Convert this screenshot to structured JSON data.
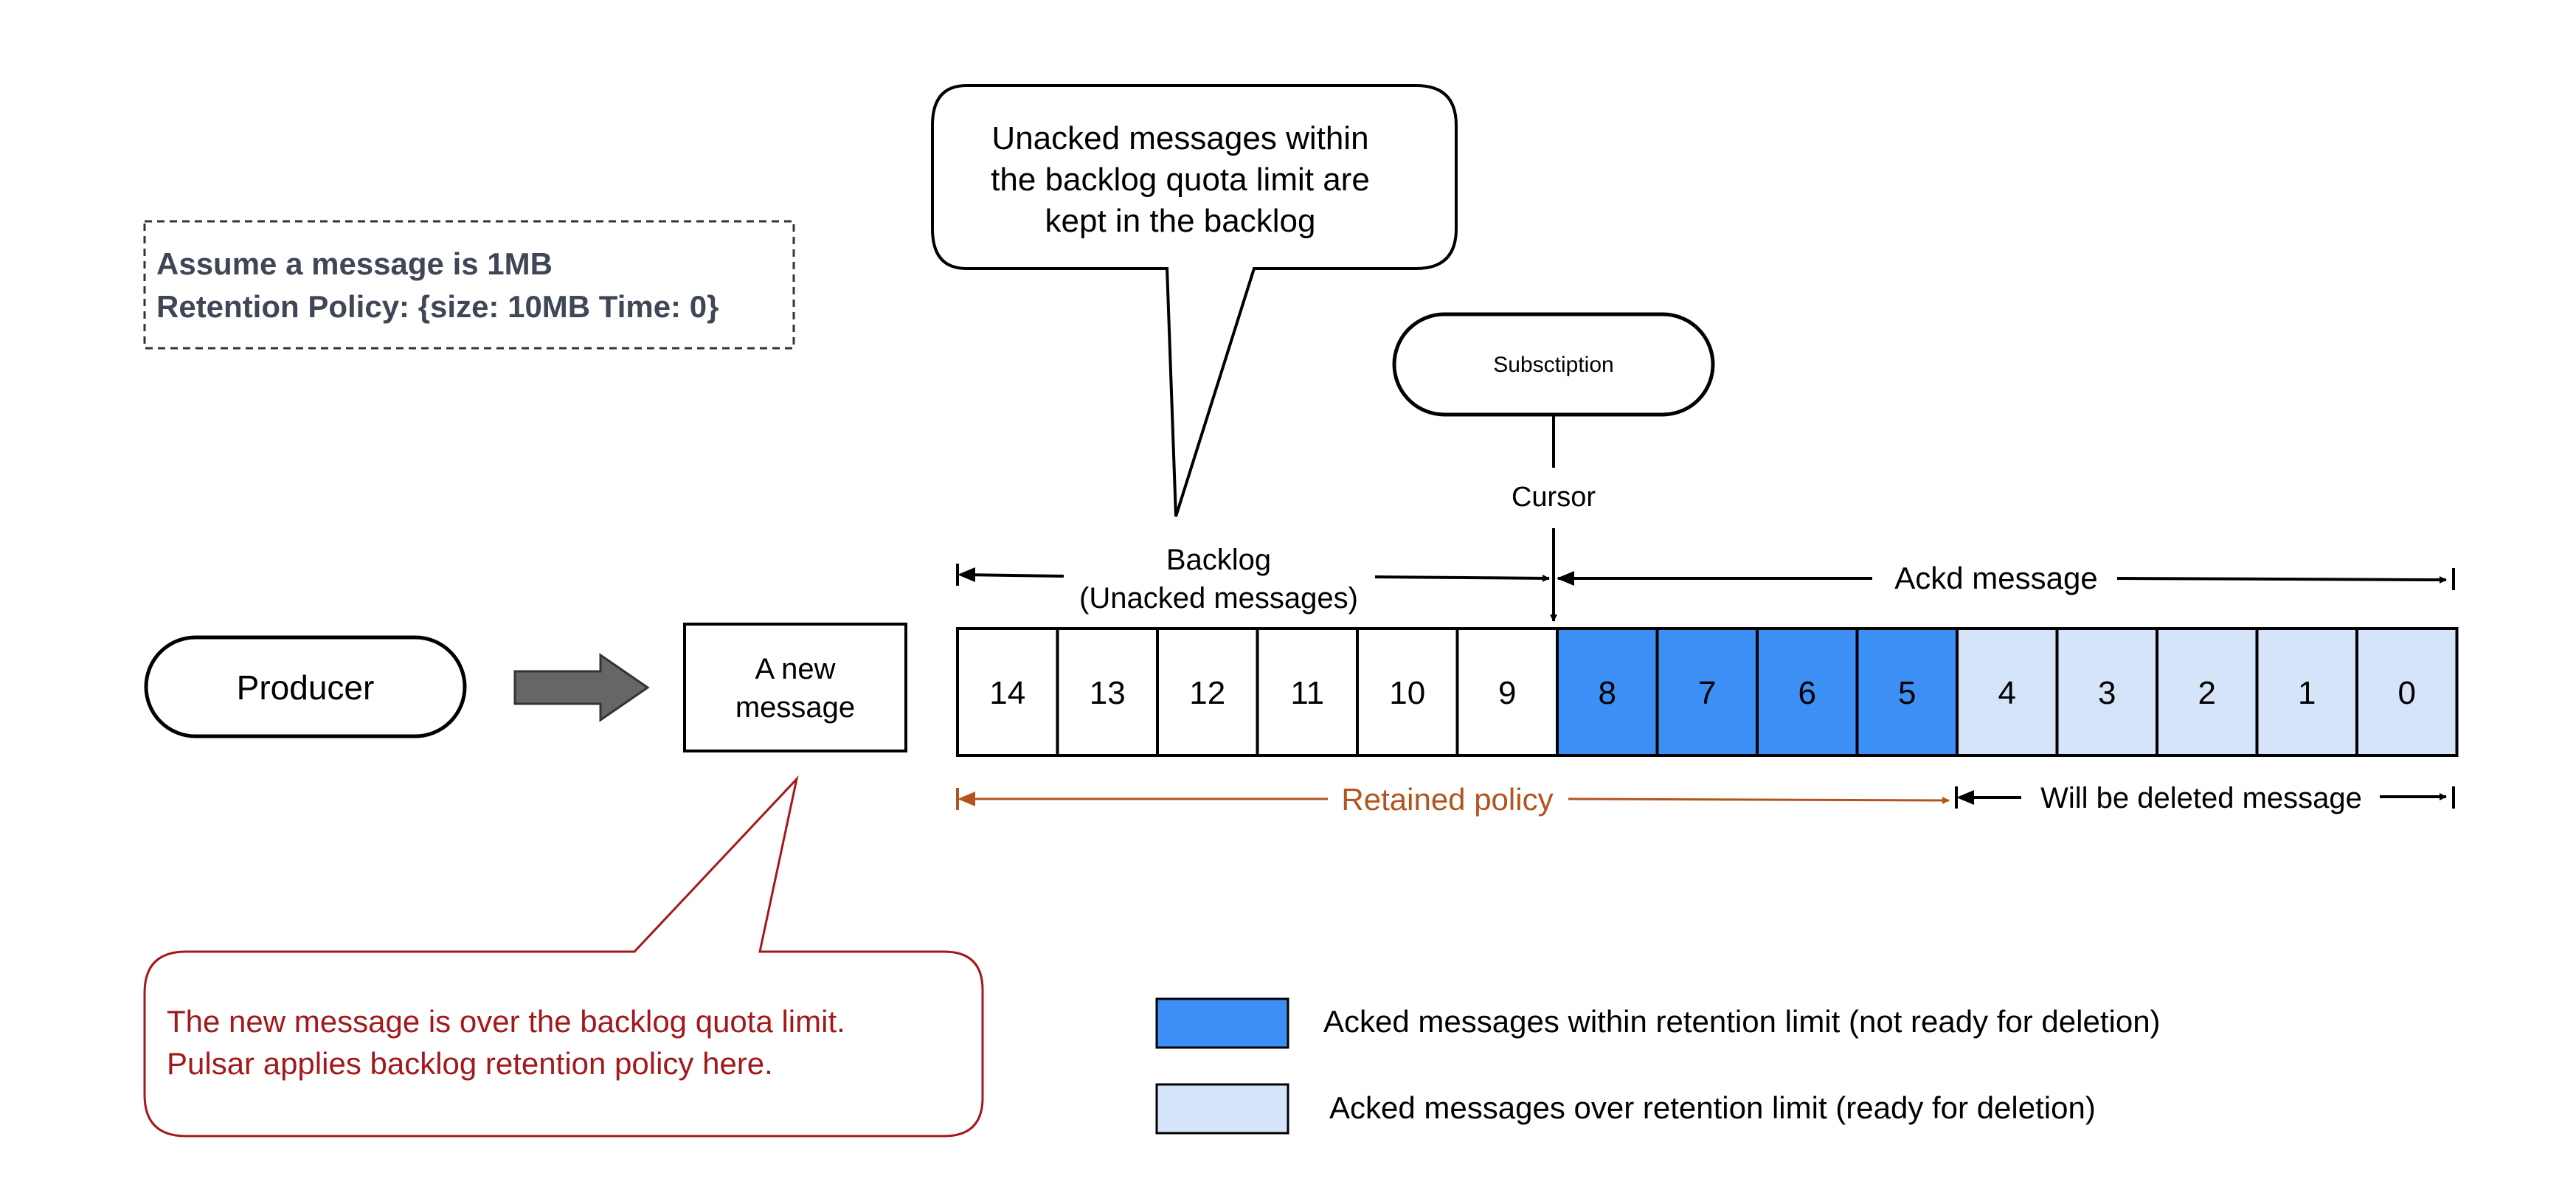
{
  "note": {
    "line1": "Assume a message is 1MB",
    "line2": "Retention Policy: {size: 10MB Time: 0}"
  },
  "producer": {
    "label": "Producer"
  },
  "new_message": {
    "line1": "A new",
    "line2": "message"
  },
  "callout_backlog": {
    "line1": "Unacked messages within",
    "line2": "the backlog quota limit are",
    "line3": "kept in the backlog"
  },
  "subscription": {
    "label": "Subsctiption"
  },
  "cursor": {
    "label": "Cursor"
  },
  "backlog_range": {
    "line1": "Backlog",
    "line2": "(Unacked messages)"
  },
  "ackd_range": {
    "label": "Ackd message"
  },
  "retained_range": {
    "label": "Retained policy"
  },
  "deleted_range": {
    "label": "Will be deleted message"
  },
  "messages": [
    {
      "id": "14",
      "state": "unacked"
    },
    {
      "id": "13",
      "state": "unacked"
    },
    {
      "id": "12",
      "state": "unacked"
    },
    {
      "id": "11",
      "state": "unacked"
    },
    {
      "id": "10",
      "state": "unacked"
    },
    {
      "id": "9",
      "state": "unacked"
    },
    {
      "id": "8",
      "state": "acked-retained"
    },
    {
      "id": "7",
      "state": "acked-retained"
    },
    {
      "id": "6",
      "state": "acked-retained"
    },
    {
      "id": "5",
      "state": "acked-retained"
    },
    {
      "id": "4",
      "state": "acked-deletable"
    },
    {
      "id": "3",
      "state": "acked-deletable"
    },
    {
      "id": "2",
      "state": "acked-deletable"
    },
    {
      "id": "1",
      "state": "acked-deletable"
    },
    {
      "id": "0",
      "state": "acked-deletable"
    }
  ],
  "callout_quota": {
    "line1": "The new message is over the backlog quota limit.",
    "line2": "Pulsar applies backlog retention policy here."
  },
  "legend": {
    "retained": "Acked messages within retention limit (not ready for deletion)",
    "deletable": "Acked messages over retention limit (ready for deletion)"
  },
  "colors": {
    "unacked": "#ffffff",
    "acked_retained": "#3c8ff5",
    "acked_deletable": "#d5e4f8",
    "quota_callout": "#a3191b",
    "retained_policy": "#b3541e",
    "note_text": "#3f4656"
  }
}
